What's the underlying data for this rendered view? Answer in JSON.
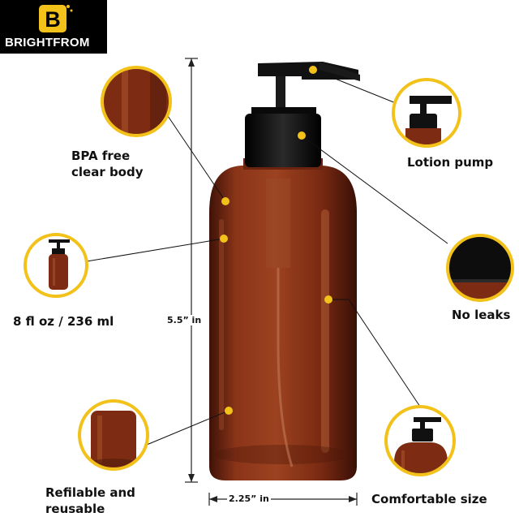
{
  "brand": {
    "name": "BRIGHTFROM",
    "logo_letter": "B"
  },
  "colors": {
    "amber": "#7a2a12",
    "accent_yellow": "#f2c21b",
    "pump_black": "#111111"
  },
  "features": {
    "bpa": "BPA free\nclear body",
    "size": "8 fl oz / 236 ml",
    "refill": "Refilable and\nreusable",
    "pump": "Lotion pump",
    "leaks": "No leaks",
    "comfort": "Comfortable size"
  },
  "dimensions": {
    "height": "5.5” in",
    "width": "2.25” in"
  }
}
